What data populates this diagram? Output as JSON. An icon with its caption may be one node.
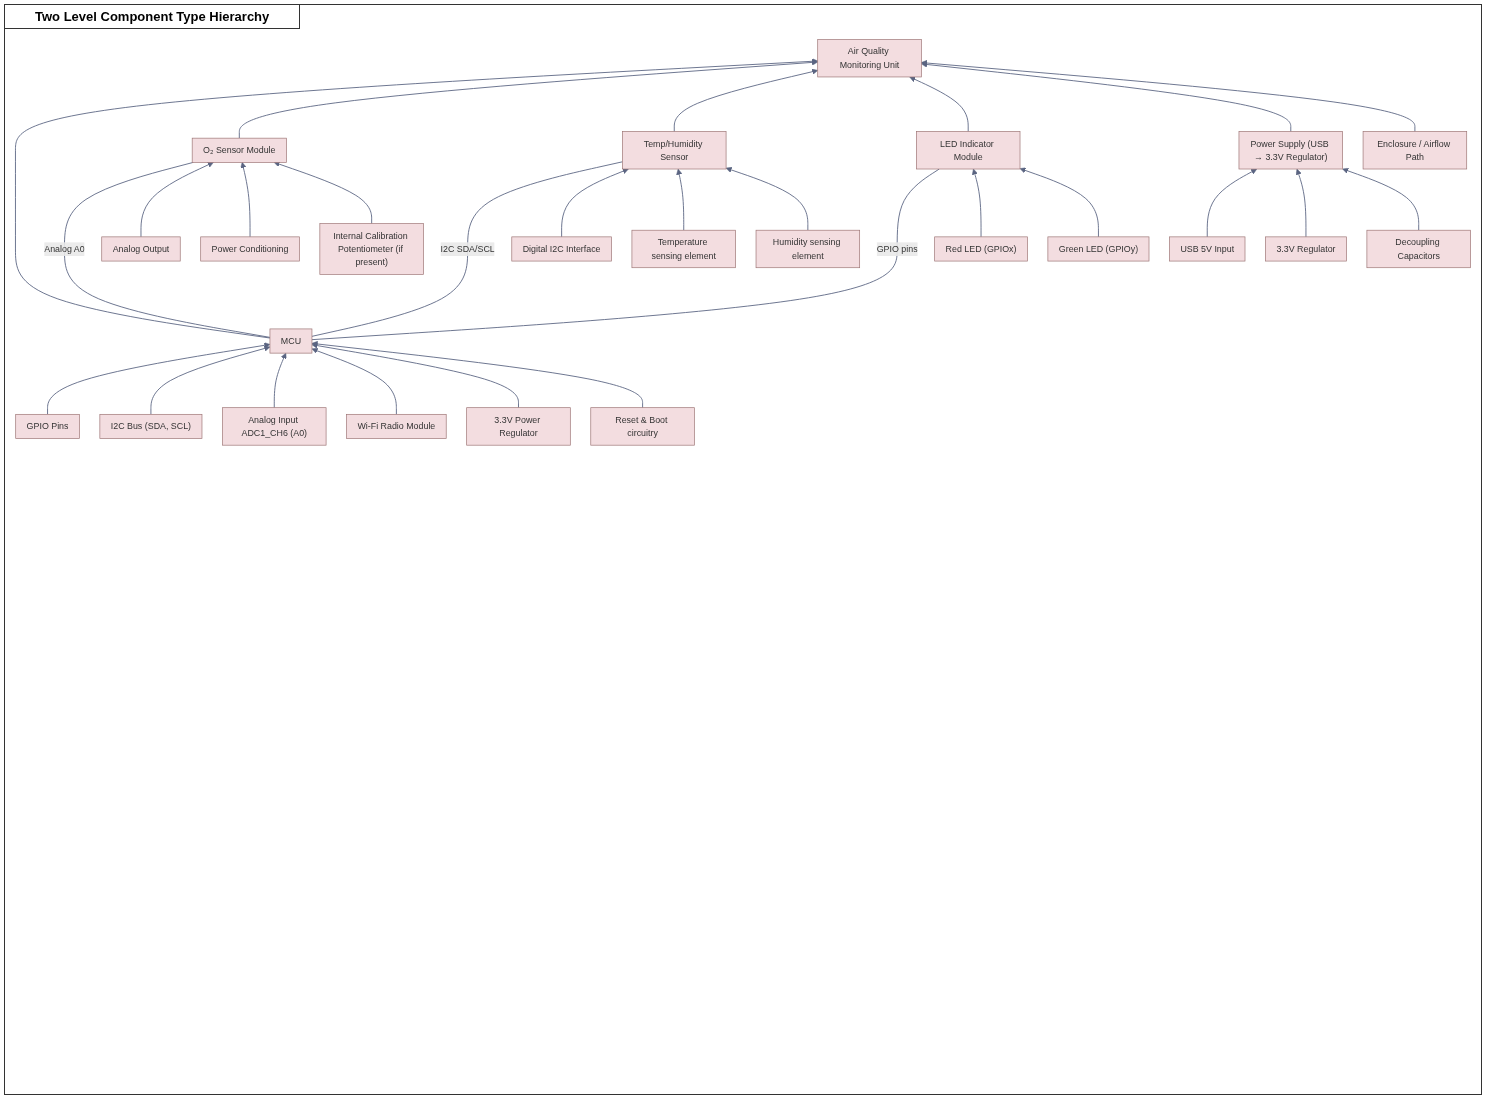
{
  "diagram": {
    "title": "Two Level Component Type Hierarchy",
    "nodes": [
      {
        "text": [
          "Air Quality Monitoring Unit"
        ]
      },
      {
        "text": [
          "MCU"
        ]
      },
      {
        "text": [
          "O₂ Sensor Module"
        ]
      },
      {
        "text": [
          "Temp/Humidity Sensor"
        ]
      },
      {
        "text": [
          "LED Indicator Module"
        ]
      },
      {
        "text": [
          "Power Supply (USB → 3.3V Regulator)"
        ]
      },
      {
        "text": [
          "Enclosure / Airflow Path"
        ]
      },
      {
        "text": [
          "GPIO Pins"
        ]
      },
      {
        "text": [
          "I2C Bus (SDA, SCL)"
        ]
      },
      {
        "text": [
          "Analog Input ADC1_CH6 (A0)"
        ]
      },
      {
        "text": [
          "Wi-Fi Radio Module"
        ]
      },
      {
        "text": [
          "3.3V Power Regulator"
        ]
      },
      {
        "text": [
          "Reset & Boot circuitry"
        ]
      },
      {
        "text": [
          "Analog Output"
        ]
      },
      {
        "text": [
          "Power Conditioning"
        ]
      },
      {
        "text": [
          "Internal Calibration Potentiometer (if present)"
        ]
      },
      {
        "text": [
          "Digital I2C Interface"
        ]
      },
      {
        "text": [
          "Temperature sensing element"
        ]
      },
      {
        "text": [
          "Humidity sensing element"
        ]
      },
      {
        "text": [
          "Red LED (GPIOx)"
        ]
      },
      {
        "text": [
          "Green LED (GPIOy)"
        ]
      },
      {
        "text": [
          "USB 5V Input"
        ]
      },
      {
        "text": [
          "3.3V Regulator"
        ]
      },
      {
        "text": [
          "Decoupling Capacitors"
        ]
      }
    ],
    "edges": [
      {
        "from": 1,
        "to": 0,
        "arrow": "to"
      },
      {
        "from": 2,
        "to": 0,
        "arrow": "to"
      },
      {
        "from": 3,
        "to": 0,
        "arrow": "to"
      },
      {
        "from": 4,
        "to": 0,
        "arrow": "to"
      },
      {
        "from": 5,
        "to": 0,
        "arrow": "to"
      },
      {
        "from": 6,
        "to": 0,
        "arrow": "to"
      },
      {
        "from": 1,
        "to": 3,
        "label": "I2C SDA/SCL",
        "arrow": "none"
      },
      {
        "from": 1,
        "to": 4,
        "label": "GPIO pins",
        "arrow": "none"
      },
      {
        "from": 1,
        "to": 2,
        "label": "Analog A0",
        "arrow": "none"
      },
      {
        "from": 7,
        "to": 1,
        "arrow": "to"
      },
      {
        "from": 8,
        "to": 1,
        "arrow": "to"
      },
      {
        "from": 9,
        "to": 1,
        "arrow": "to"
      },
      {
        "from": 10,
        "to": 1,
        "arrow": "to"
      },
      {
        "from": 11,
        "to": 1,
        "arrow": "to"
      },
      {
        "from": 12,
        "to": 1,
        "arrow": "to"
      },
      {
        "from": 13,
        "to": 2,
        "arrow": "to"
      },
      {
        "from": 14,
        "to": 2,
        "arrow": "to"
      },
      {
        "from": 15,
        "to": 2,
        "arrow": "to"
      },
      {
        "from": 16,
        "to": 3,
        "arrow": "to"
      },
      {
        "from": 17,
        "to": 3,
        "arrow": "to"
      },
      {
        "from": 18,
        "to": 3,
        "arrow": "to"
      },
      {
        "from": 19,
        "to": 4,
        "arrow": "to"
      },
      {
        "from": 20,
        "to": 4,
        "arrow": "to"
      },
      {
        "from": 21,
        "to": 5,
        "arrow": "to"
      },
      {
        "from": 22,
        "to": 5,
        "arrow": "to"
      },
      {
        "from": 23,
        "to": 5,
        "arrow": "to"
      }
    ]
  }
}
